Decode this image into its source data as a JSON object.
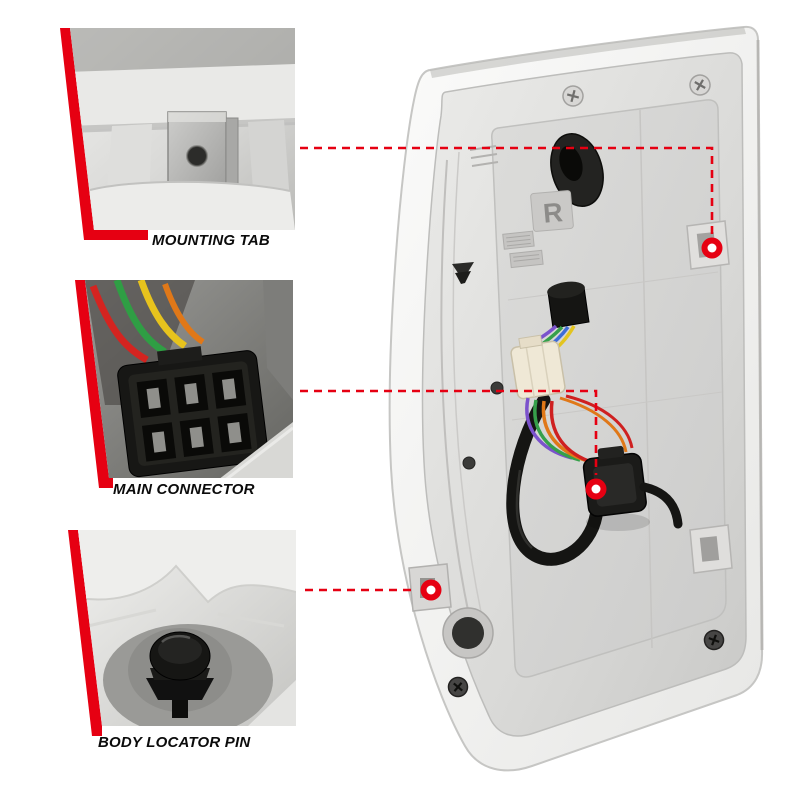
{
  "figure": {
    "background": "#ffffff",
    "accent_red": "#e60012"
  },
  "callouts": [
    {
      "label": "MOUNTING TAB"
    },
    {
      "label": "MAIN CONNECTOR"
    },
    {
      "label": "BODY LOCATOR PIN"
    }
  ],
  "product": {
    "marking": "R"
  }
}
